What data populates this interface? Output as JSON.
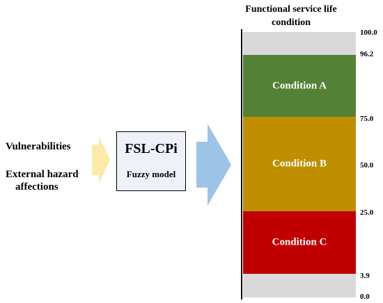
{
  "inputs": {
    "vulnerabilities": "Vulnerabilities",
    "external_hazard_line1": "External hazard",
    "external_hazard_line2": "affections"
  },
  "model": {
    "title": "FSL-CPi",
    "subtitle": "Fuzzy model"
  },
  "scale": {
    "title_line1": "Functional service life",
    "title_line2": "condition",
    "ticks": [
      "100.0",
      "96.2",
      "75.0",
      "50.0",
      "25.0",
      "3.9",
      "0.0"
    ],
    "bands": [
      {
        "label": "Condition A",
        "color": "#538135"
      },
      {
        "label": "Condition B",
        "color": "#bf8f00"
      },
      {
        "label": "Condition C",
        "color": "#c00000"
      }
    ],
    "empty_band_color": "#d9d9d9"
  },
  "arrows": {
    "input_arrow_color": "#fde9a8",
    "output_arrow_color": "#9dc3e6"
  }
}
